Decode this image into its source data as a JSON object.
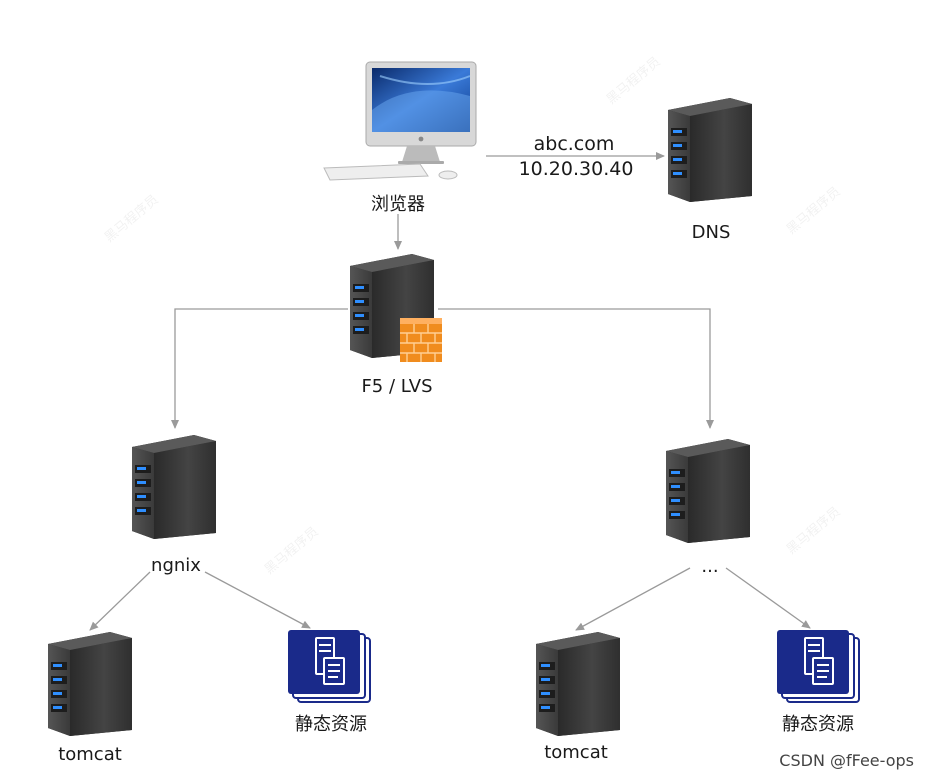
{
  "nodes": {
    "browser": {
      "label": "浏览器"
    },
    "dns": {
      "label": "DNS"
    },
    "loadbalancer": {
      "label": "F5 / LVS"
    },
    "nginx": {
      "label": "ngnix"
    },
    "second_proxy": {
      "label": "..."
    },
    "tomcat_left": {
      "label": "tomcat"
    },
    "static_left": {
      "label": "静态资源"
    },
    "tomcat_right": {
      "label": "tomcat"
    },
    "static_right": {
      "label": "静态资源"
    }
  },
  "dns_query": {
    "domain": "abc.com",
    "ip": "10.20.30.40"
  },
  "credit": "CSDN @fFee-ops",
  "watermark": "黑马程序员",
  "colors": {
    "server_body": "#3a3a3a",
    "server_led": "#2f8fff",
    "firewall": "#f08c1e",
    "static_box": "#1a2a8a",
    "arrow": "#9a9a9a"
  }
}
